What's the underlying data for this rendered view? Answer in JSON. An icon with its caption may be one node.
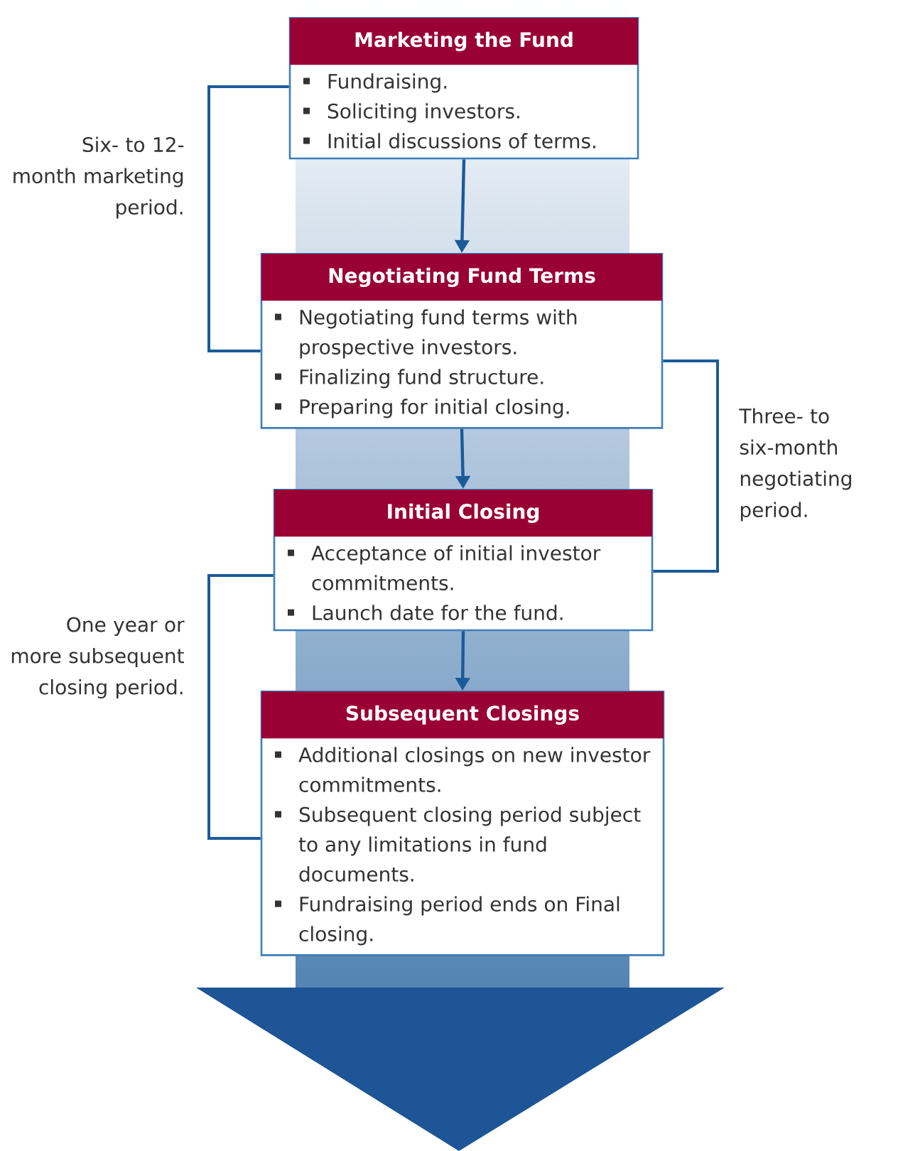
{
  "diagram": {
    "nodes": [
      {
        "text": [
          "Marketing the Fund",
          "Fundraising.",
          "Soliciting investors.",
          "Initial discussions of terms."
        ]
      },
      {
        "text": [
          "Negotiating Fund Terms",
          "Negotiating fund terms with prospective investors.",
          "Finalizing fund structure.",
          "Preparing for initial closing."
        ]
      },
      {
        "text": [
          "Initial Closing",
          "Acceptance of initial investor commitments.",
          "Launch date for the fund."
        ]
      },
      {
        "text": [
          "Subsequent Closings",
          "Additional closings on new investor commitments.",
          "Subsequent closing period subject to any limitations in fund documents.",
          "Fundraising period ends on Final closing."
        ]
      }
    ],
    "edges": [
      {
        "from": 0,
        "to": 1,
        "arrow": "to"
      },
      {
        "from": 1,
        "to": 2,
        "arrow": "to"
      },
      {
        "from": 2,
        "to": 3,
        "arrow": "to"
      }
    ],
    "labels": [
      "Six- to 12-month marketing period.",
      "Three- to six-month negotiating period.",
      "One year or more subsequent closing period."
    ]
  }
}
